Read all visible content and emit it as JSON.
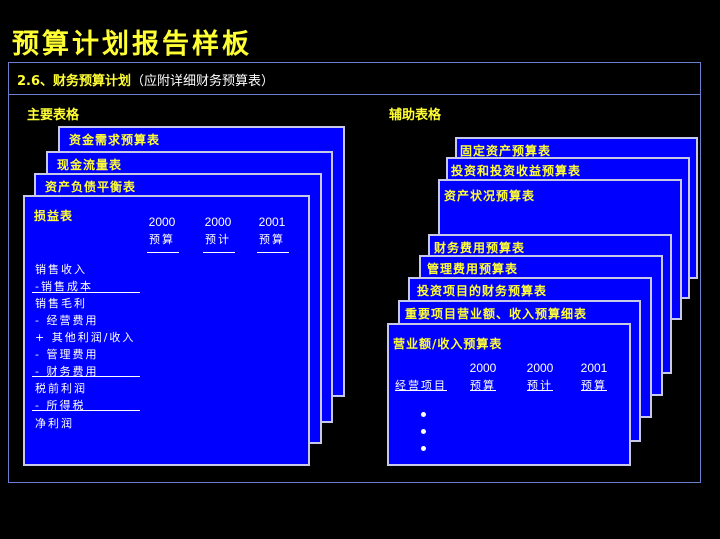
{
  "page_title": "预算计划报告样板",
  "subheading": {
    "number": "2.6、",
    "main": "财务预算计划",
    "note": "（应附详细财务预算表）"
  },
  "sections": {
    "main_tables_label": "主要表格",
    "aux_tables_label": "辅助表格"
  },
  "main_tables": [
    {
      "title": "资金需求预算表"
    },
    {
      "title": "现金流量表"
    },
    {
      "title": "资产负债平衡表"
    },
    {
      "title": "损益表",
      "columns": [
        {
          "year": "2000",
          "label": "预算"
        },
        {
          "year": "2000",
          "label": "预计"
        },
        {
          "year": "2001",
          "label": "预算"
        }
      ],
      "rows": [
        "销售收入",
        "-销售成本",
        "销售毛利",
        "- 经营费用",
        "+ 其他利润/收入",
        "- 管理费用",
        "- 财务费用",
        "税前利润",
        "- 所得税",
        "净利润"
      ]
    }
  ],
  "aux_tables": [
    {
      "title": "固定资产预算表"
    },
    {
      "title": "投资和投资收益预算表"
    },
    {
      "title": "资产状况预算表"
    },
    {
      "title": "财务费用预算表"
    },
    {
      "title": "管理费用预算表"
    },
    {
      "title": "投资项目的财务预算表"
    },
    {
      "title": "重要项目营业额、收入预算细表"
    },
    {
      "title": "营业额/收入预算表",
      "row_header": "经营项目",
      "columns": [
        {
          "year": "2000",
          "label": "预算"
        },
        {
          "year": "2000",
          "label": "预计"
        },
        {
          "year": "2001",
          "label": "预算"
        }
      ],
      "bullets": [
        "•",
        "•",
        "•"
      ]
    }
  ],
  "colors": {
    "background": "#000000",
    "panel": "#0000ff",
    "accent_text": "#ffff33",
    "frame_border": "#6b7fd0"
  }
}
